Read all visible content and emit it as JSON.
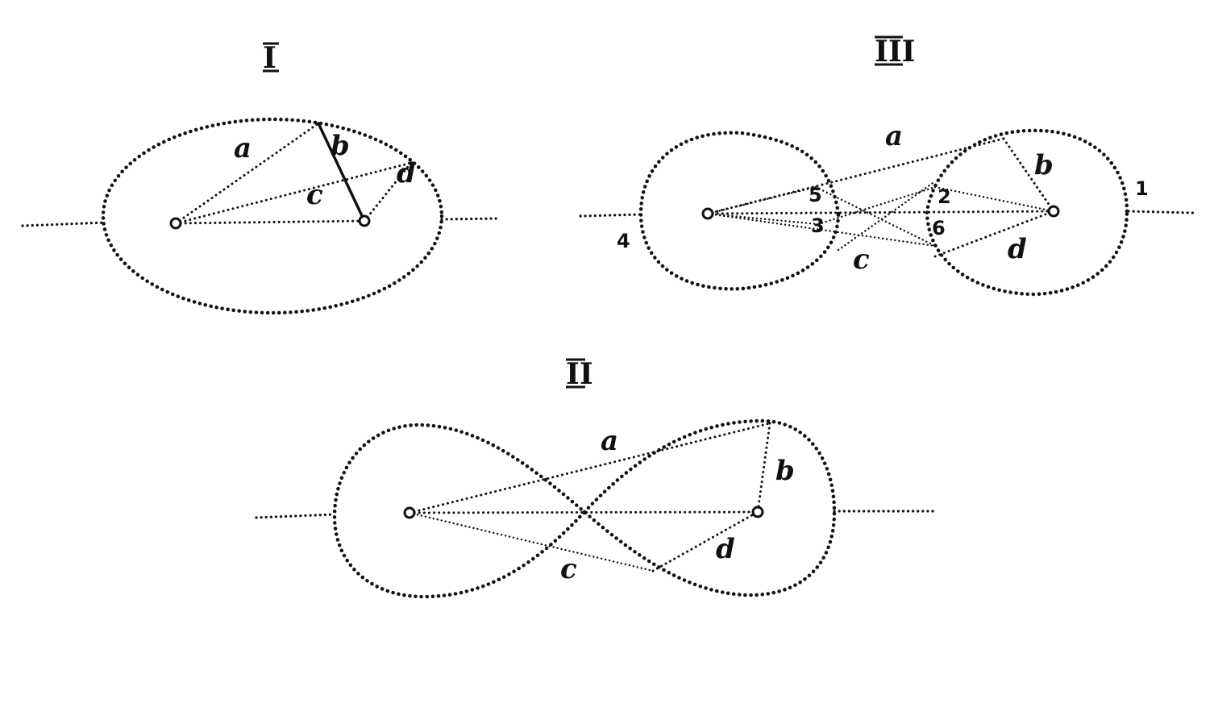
{
  "figures": [
    {
      "id": "I",
      "title": "I",
      "labels": {
        "a": "a",
        "b": "b",
        "c": "c",
        "d": "d"
      }
    },
    {
      "id": "II",
      "title": "II",
      "labels": {
        "a": "a",
        "b": "b",
        "c": "c",
        "d": "d"
      }
    },
    {
      "id": "III",
      "title": "III",
      "labels": {
        "a": "a",
        "b": "b",
        "c": "c",
        "d": "d"
      },
      "points": [
        "1",
        "2",
        "3",
        "4",
        "5",
        "6"
      ]
    }
  ]
}
